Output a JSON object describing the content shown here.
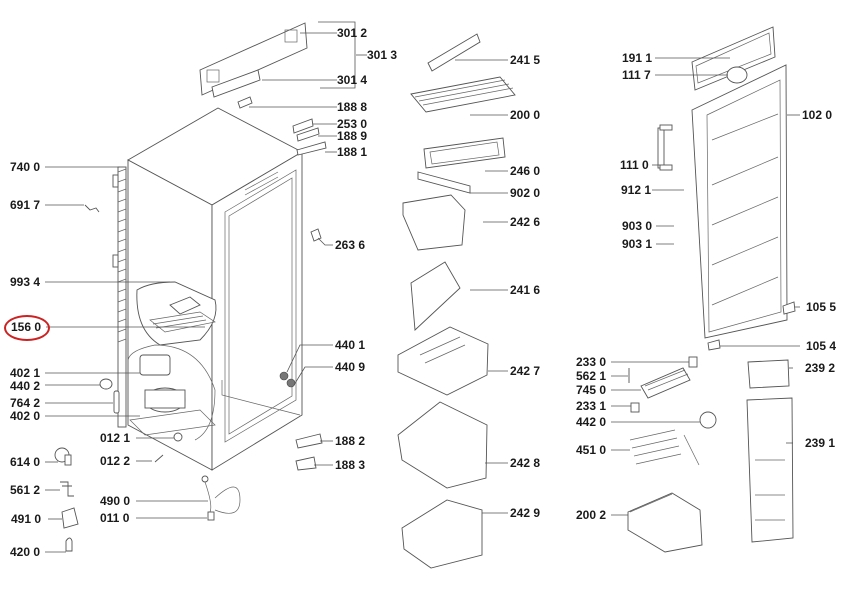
{
  "diagram": {
    "title": "Upright freezer exploded parts diagram",
    "highlight_color": "#cc2222",
    "highlighted_part": "156 0",
    "labels": {
      "p7400": "740 0",
      "p6917": "691 7",
      "p9934": "993 4",
      "p1560": "156 0",
      "p4021": "402 1",
      "p4402": "440 2",
      "p7642": "764 2",
      "p4020": "402 0",
      "p6140": "614 0",
      "p5612": "561 2",
      "p4910": "491 0",
      "p4200": "420 0",
      "p0121": "012 1",
      "p0122": "012 2",
      "p4900": "490 0",
      "p0110": "011 0",
      "p3012": "301 2",
      "p3013": "301 3",
      "p3014": "301 4",
      "p1888": "188 8",
      "p2530": "253 0",
      "p1889": "188 9",
      "p1881": "188 1",
      "p2636": "263 6",
      "p4401": "440 1",
      "p4409": "440 9",
      "p1882": "188 2",
      "p1883": "188 3",
      "p2415": "241 5",
      "p2000": "200 0",
      "p2460": "246 0",
      "p9020": "902 0",
      "p2426": "242 6",
      "p2416": "241 6",
      "p2427": "242 7",
      "p2428": "242 8",
      "p2429": "242 9",
      "p1911": "191 1",
      "p1117": "111 7",
      "p1020": "102 0",
      "p1110": "111 0",
      "p9121": "912 1",
      "p9030": "903 0",
      "p9031": "903 1",
      "p1055": "105 5",
      "p1054": "105 4",
      "p2330": "233 0",
      "p5621": "562 1",
      "p7450": "745 0",
      "p2331": "233 1",
      "p4420": "442 0",
      "p2392": "239 2",
      "p4510": "451 0",
      "p2391": "239 1",
      "p2002": "200 2"
    }
  }
}
